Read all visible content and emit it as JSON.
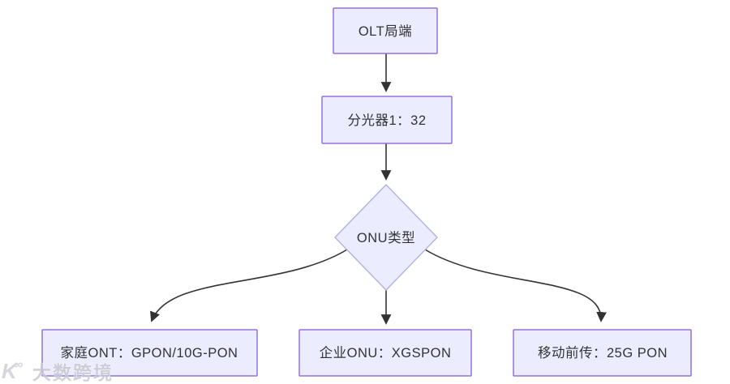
{
  "diagram": {
    "type": "flowchart",
    "direction": "top-down",
    "nodes": {
      "olt": {
        "label": "OLT局端",
        "shape": "rect"
      },
      "splitter": {
        "label": "分光器1：32",
        "shape": "rect"
      },
      "onu_type": {
        "label": "ONU类型",
        "shape": "diamond"
      },
      "home_ont": {
        "label": "家庭ONT：GPON/10G-PON",
        "shape": "rect"
      },
      "enterprise_onu": {
        "label": "企业ONU：XGSPON",
        "shape": "rect"
      },
      "mobile_fronthaul": {
        "label": "移动前传：25G PON",
        "shape": "rect"
      }
    },
    "edges": [
      {
        "from": "olt",
        "to": "splitter"
      },
      {
        "from": "splitter",
        "to": "onu_type"
      },
      {
        "from": "onu_type",
        "to": "home_ont"
      },
      {
        "from": "onu_type",
        "to": "enterprise_onu"
      },
      {
        "from": "onu_type",
        "to": "mobile_fronthaul"
      }
    ],
    "style": {
      "background": "#ffffff",
      "node_fill": "#ececff",
      "rect_border": "#9370db",
      "diamond_border": "#b4b4e0",
      "arrow_color": "#333333",
      "text_color": "#333333"
    }
  },
  "watermark": {
    "logo_k": "K",
    "logo_infinity": "∞",
    "text": "大数跨境",
    "color": "#c6c6d2"
  }
}
